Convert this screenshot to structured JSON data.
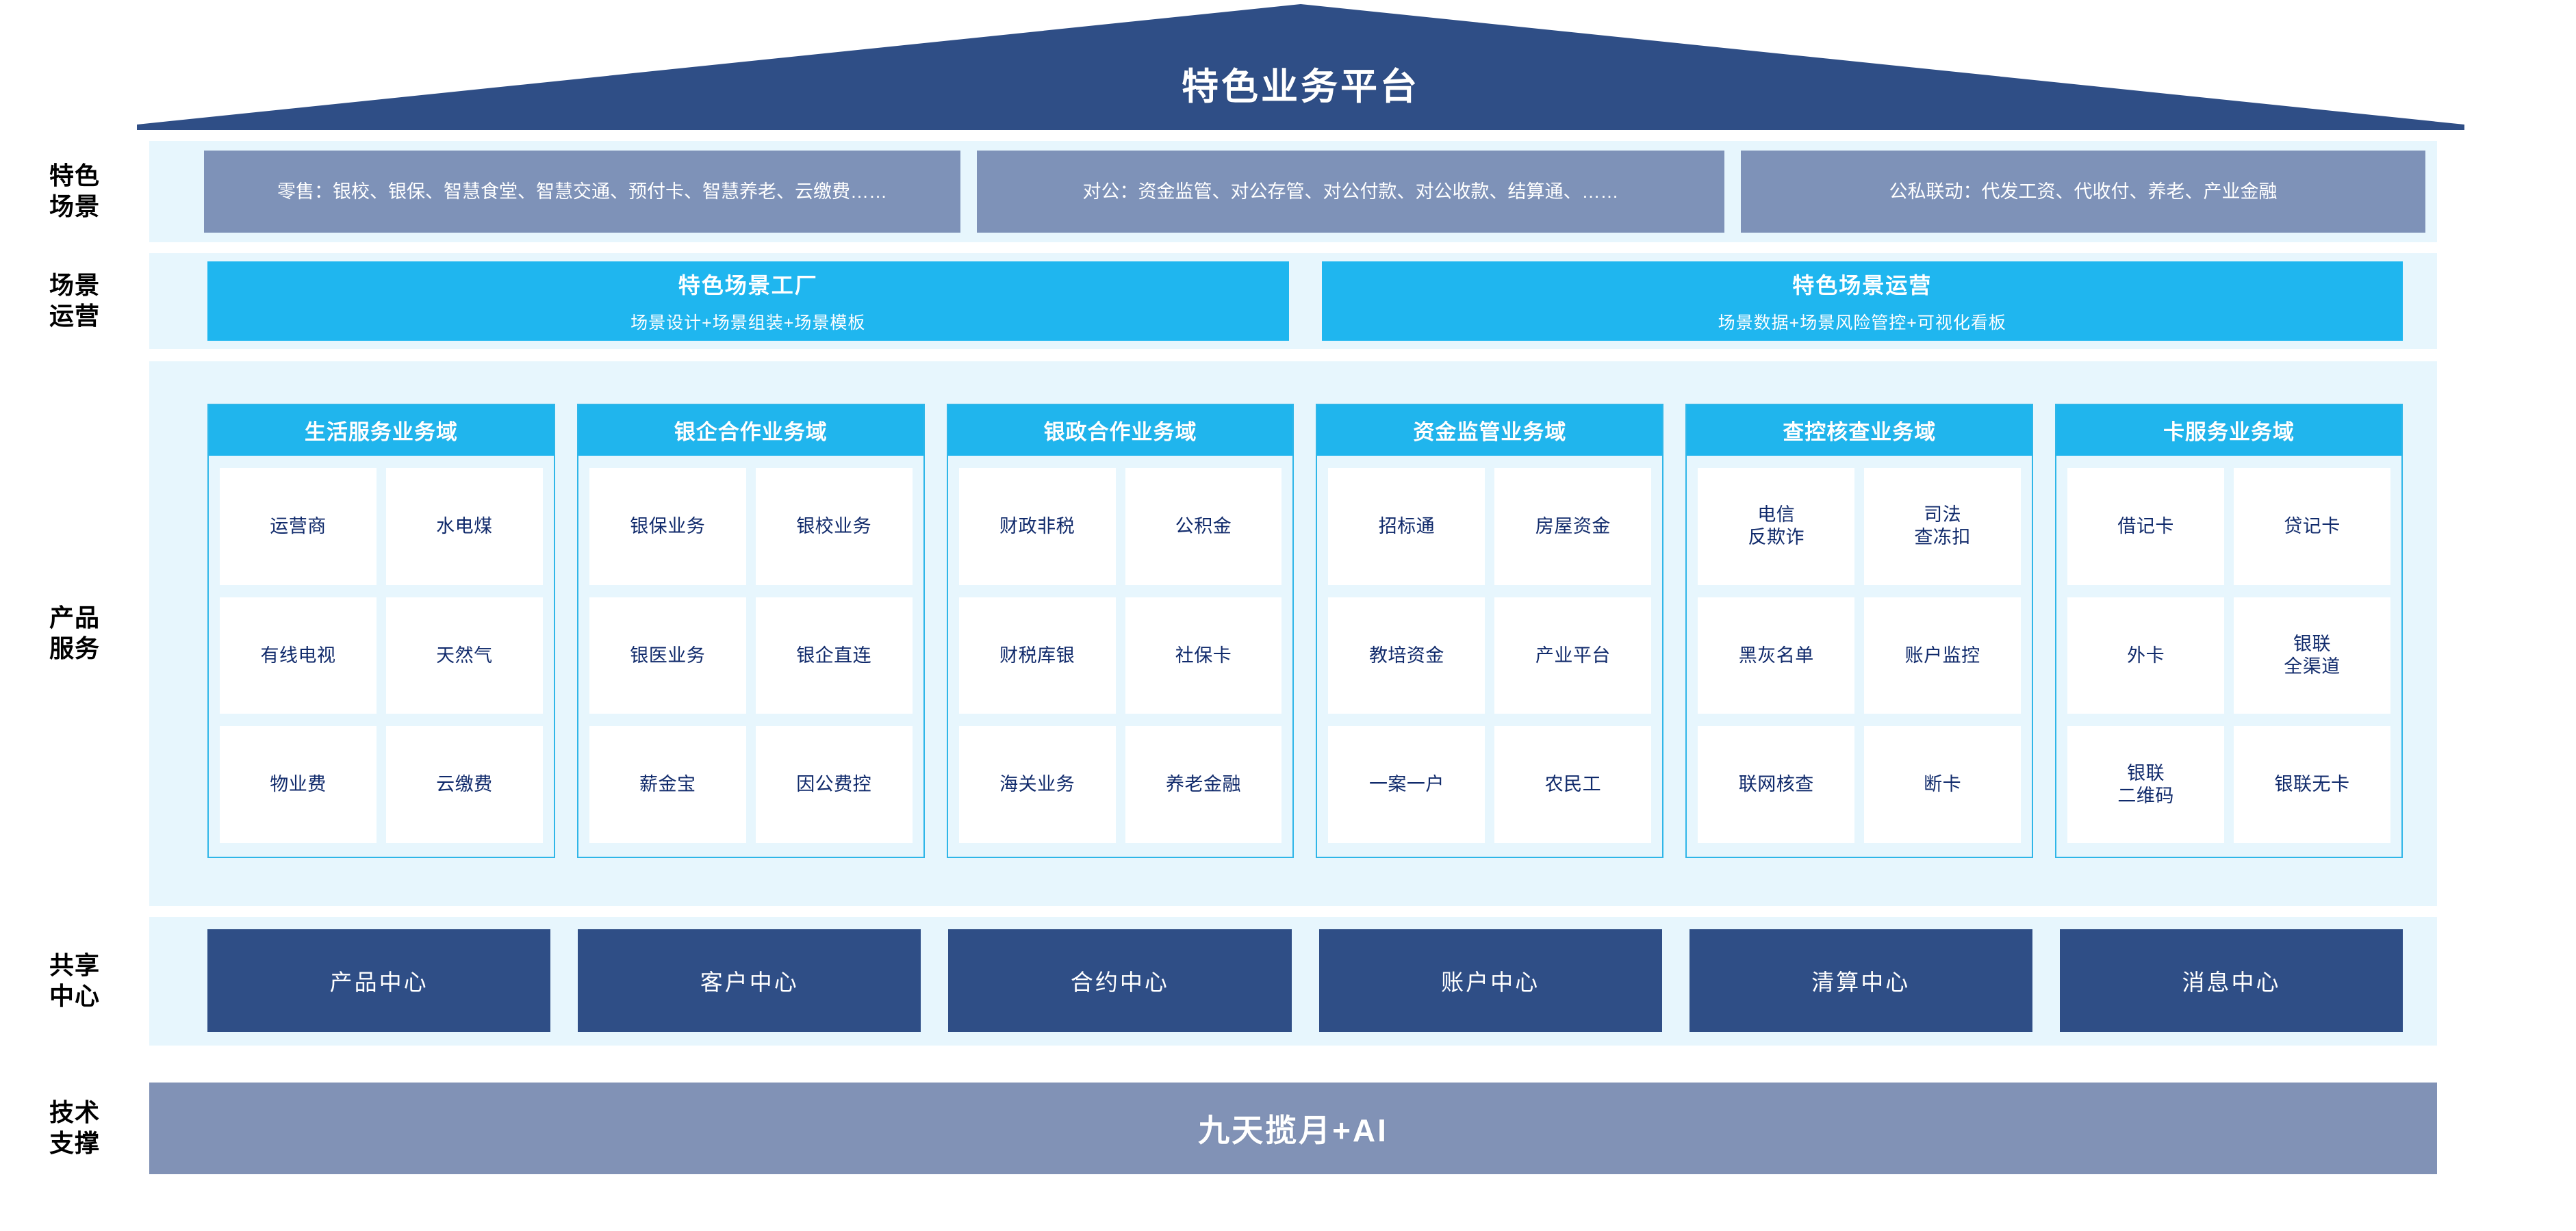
{
  "header": {
    "title": "特色业务平台",
    "shape": "pediment-triangle",
    "color": "#2f4e86"
  },
  "rail": {
    "labels": [
      {
        "lines": [
          "特色",
          "场景"
        ]
      },
      {
        "lines": [
          "场景",
          "运营"
        ]
      },
      {
        "lines": [
          "产品",
          "服务"
        ]
      },
      {
        "lines": [
          "共享",
          "中心"
        ]
      },
      {
        "lines": [
          "技术",
          "支撑"
        ]
      }
    ]
  },
  "scene_row": {
    "boxes": [
      {
        "text": "零售：银校、银保、智慧食堂、智慧交通、预付卡、智慧养老、云缴费……"
      },
      {
        "text": "对公：资金监管、对公存管、对公付款、对公收款、结算通、……"
      },
      {
        "text": "公私联动：代发工资、代收付、养老、产业金融"
      }
    ],
    "box_color": "#7e92b8"
  },
  "ops_row": {
    "boxes": [
      {
        "title": "特色场景工厂",
        "subtitle": "场景设计+场景组装+场景模板"
      },
      {
        "title": "特色场景运营",
        "subtitle": "场景数据+场景风险管控+可视化看板"
      }
    ],
    "box_color": "#1fb6ef"
  },
  "product_row": {
    "header_color": "#20b5ed",
    "border_color": "#2fb6e8",
    "tile_text_color": "#102a6b",
    "domains": [
      {
        "title": "生活服务业务域",
        "items": [
          "运营商",
          "水电煤",
          "有线电视",
          "天然气",
          "物业费",
          "云缴费"
        ]
      },
      {
        "title": "银企合作业务域",
        "items": [
          "银保业务",
          "银校业务",
          "银医业务",
          "银企直连",
          "薪金宝",
          "因公费控"
        ]
      },
      {
        "title": "银政合作业务域",
        "items": [
          "财政非税",
          "公积金",
          "财税库银",
          "社保卡",
          "海关业务",
          "养老金融"
        ]
      },
      {
        "title": "资金监管业务域",
        "items": [
          "招标通",
          "房屋资金",
          "教培资金",
          "产业平台",
          "一案一户",
          "农民工"
        ]
      },
      {
        "title": "查控核查业务域",
        "items": [
          "电信\n反欺诈",
          "司法\n查冻扣",
          "黑灰名单",
          "账户监控",
          "联网核查",
          "断卡"
        ]
      },
      {
        "title": "卡服务业务域",
        "items": [
          "借记卡",
          "贷记卡",
          "外卡",
          "银联\n全渠道",
          "银联\n二维码",
          "银联无卡"
        ]
      }
    ]
  },
  "shared_row": {
    "box_color": "#2f4e86",
    "centers": [
      "产品中心",
      "客户中心",
      "合约中心",
      "账户中心",
      "清算中心",
      "消息中心"
    ]
  },
  "tech_row": {
    "label": "九天揽月+AI",
    "bar_color": "#8192b6"
  },
  "band_background": "#e7f6fd"
}
